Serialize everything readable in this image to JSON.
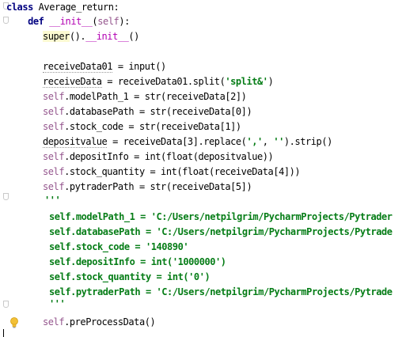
{
  "code": {
    "line_class": "class Average_return:",
    "line_def": "    def __init__(self):",
    "line_super": "super().__init__()",
    "line_receive01": "receiveData01 = input()",
    "line_receive": "receiveData = receiveData01.split('split&')",
    "line_model": "self.modelPath_1 = str(receiveData[2])",
    "line_db": "self.databasePath = str(receiveData[0])",
    "line_stock": "self.stock_code = str(receiveData[1])",
    "line_depositvalue": "depositvalue = receiveData[3].replace(',', '').strip()",
    "line_depositinfo": "self.depositInfo = int(float(depositvalue))",
    "line_quantity": "self.stock_quantity = int(float(receiveData[4]))",
    "line_pytrader": "self.pytraderPath = str(receiveData[5])",
    "line_docopen": "'''",
    "c_model": "self.modelPath_1 = 'C:/Users/netpilgrim/PycharmProjects/Pytrader",
    "c_db": "self.databasePath = 'C:/Users/netpilgrim/PycharmProjects/Pytrade",
    "c_stock": "self.stock_code = '140890'",
    "c_deposit": "self.depositInfo = int('1000000')",
    "c_quantity": "self.stock_quantity = int('0')",
    "c_pytrader": "self.pytraderPath = 'C:/Users/netpilgrim/PycharmProjects/Pytrade",
    "line_docclose": "'''",
    "line_preprocess": "self.preProcessData()"
  },
  "icons": {
    "fold": "fold-marker-icon",
    "bulb": "lightbulb-icon"
  },
  "colors": {
    "keyword": "#000080",
    "self": "#94558d",
    "string": "#067d17",
    "background": "#ffffff",
    "current_line": "#fcfad1"
  }
}
